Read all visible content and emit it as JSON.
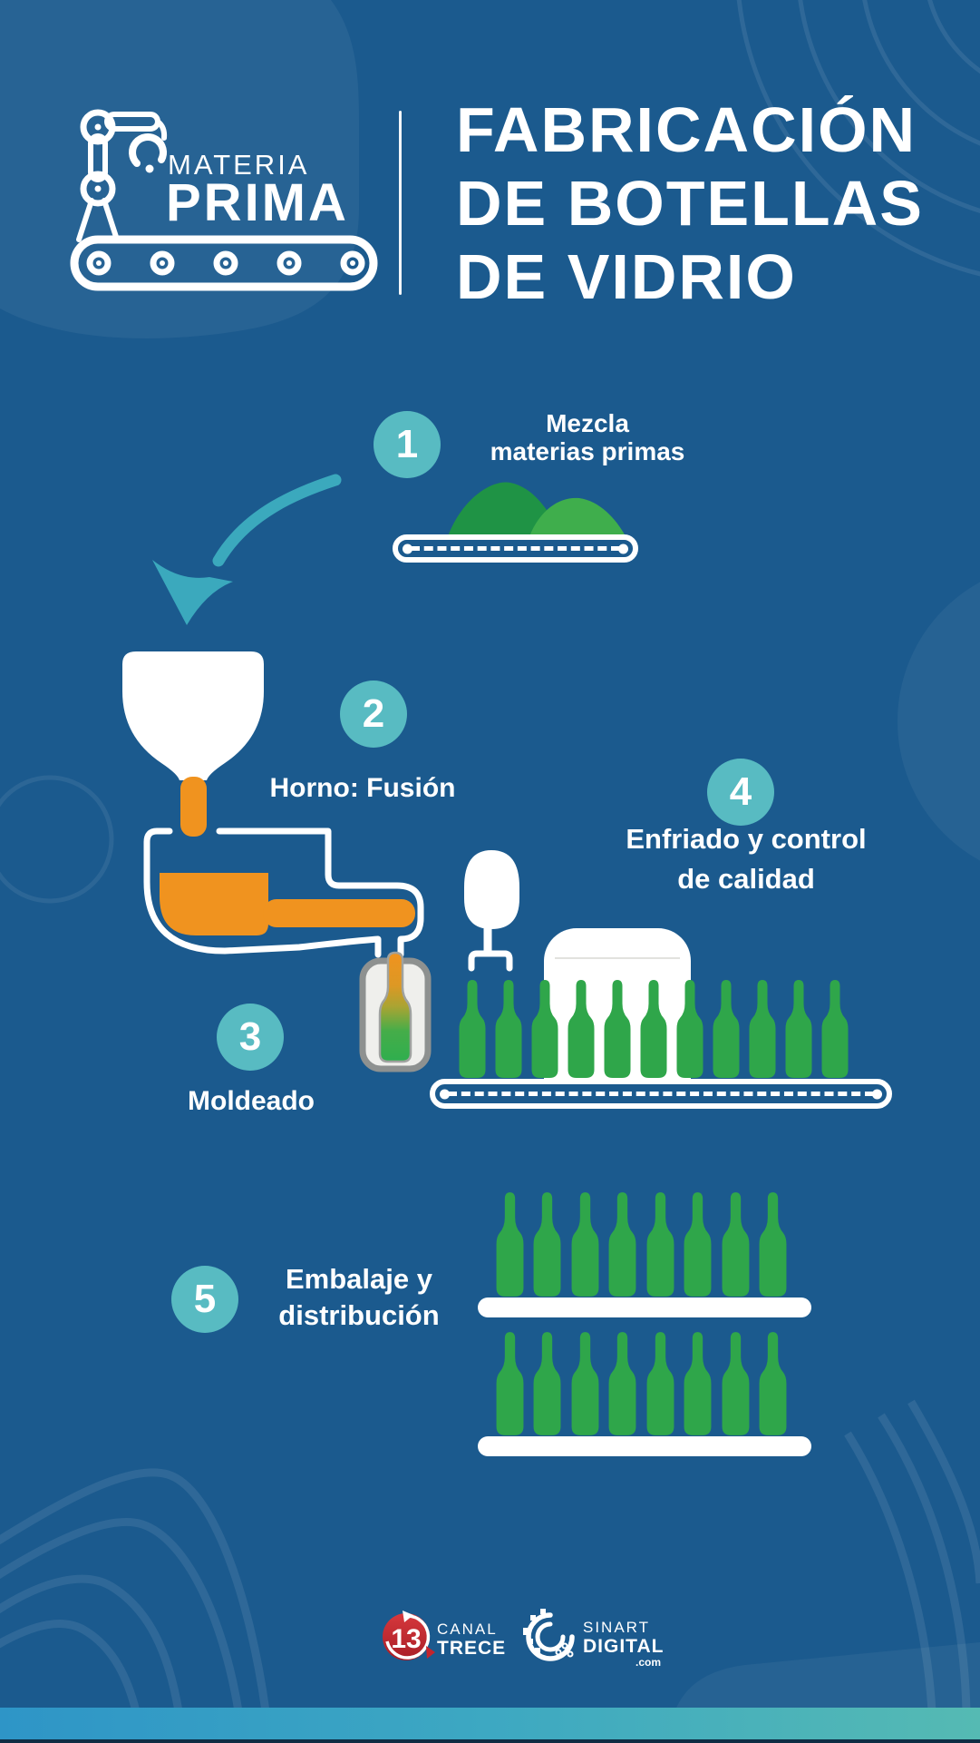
{
  "header": {
    "brand_top": "MATERIA",
    "brand_bottom": "PRIMA",
    "title_line1": "FABRICACIÓN",
    "title_line2": "DE BOTELLAS",
    "title_line3": "DE VIDRIO"
  },
  "steps": [
    {
      "number": "1",
      "label_line1": "Mezcla",
      "label_line2": "materias primas"
    },
    {
      "number": "2",
      "label_line1": "Horno: Fusión",
      "label_line2": ""
    },
    {
      "number": "3",
      "label_line1": "Moldeado",
      "label_line2": ""
    },
    {
      "number": "4",
      "label_line1": "Enfriado y control",
      "label_line2": "de calidad"
    },
    {
      "number": "5",
      "label_line1": "Embalaje y",
      "label_line2": "distribución"
    }
  ],
  "illustrations": {
    "mound_count": 2,
    "conveyor_bottle_count": 11,
    "shelf_row1_bottle_count": 8,
    "shelf_row2_bottle_count": 8,
    "icons": {
      "robot-arm-conveyor-icon": "brand logo mark",
      "raw-material-mounds-icon": "two green heaps on belt",
      "curved-arrow-icon": "teal arrow",
      "hopper-icon": "white funnel with orange melt stream",
      "furnace-channel-icon": "white outline tank with molten glass",
      "gob-feeder-icon": "white plunger with fork",
      "mold-icon": "gray mold with gradient bottle",
      "lehr-tunnel-icon": "white cooling tunnel",
      "green-bottle-icon": "green glass bottle silhouette"
    }
  },
  "footer": {
    "canal13_number": "13",
    "canal13_line1": "CANAL",
    "canal13_line2": "TRECE",
    "sinart_line1": "SINART",
    "sinart_line2": "DIGITAL",
    "sinart_line3": ".com"
  },
  "colors": {
    "background": "#1b5a8e",
    "accent_teal_circle": "#58bbc2",
    "arrow_teal": "#3ba9bd",
    "molten_orange": "#f0931f",
    "mound_green_dark": "#1f9345",
    "mound_green_light": "#3fae4c",
    "bottle_green": "#2fa64a",
    "mold_gray": "#8e9190",
    "canal13_red": "#c5242c",
    "bottom_bar_gradient_left": "#2e95c7",
    "bottom_bar_gradient_right": "#55bab3",
    "text_white": "#ffffff"
  }
}
